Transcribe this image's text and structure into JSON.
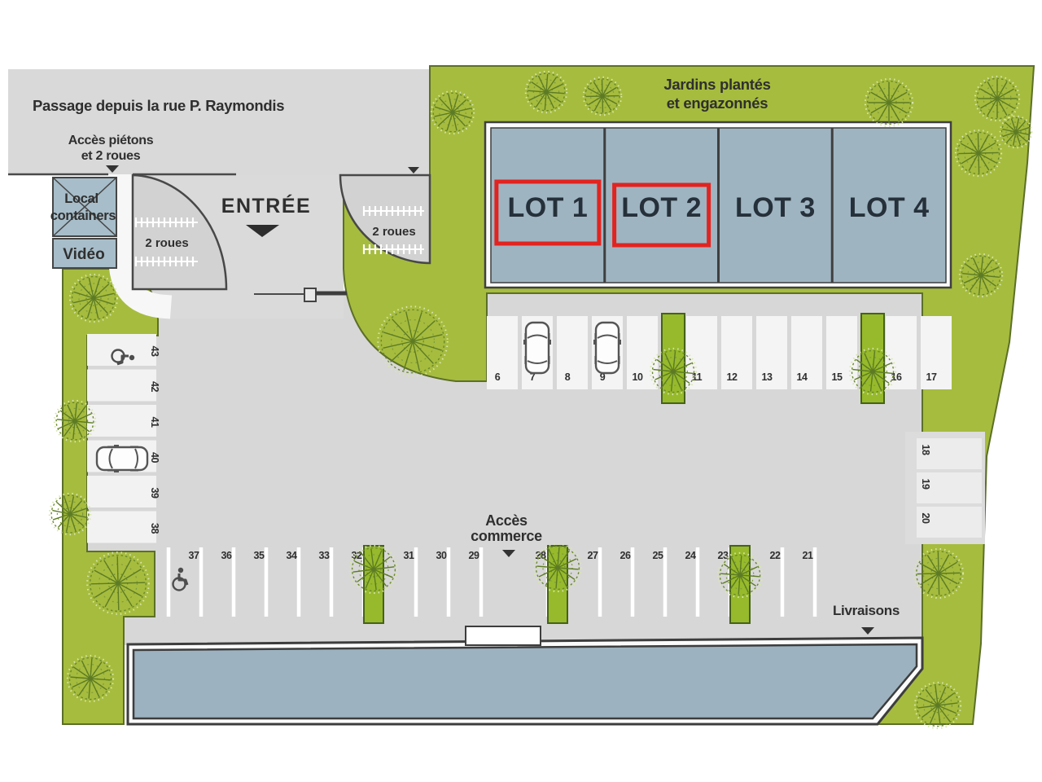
{
  "map": {
    "passage_label": "Passage depuis la rue P. Raymondis",
    "pedestrian_access_label": [
      "Accès piétons",
      "et 2 roues"
    ],
    "entrance_label": "ENTRÉE",
    "bike_area_label": "2 roues",
    "containers_label": [
      "Local",
      "containers"
    ],
    "video_label": "Vidéo",
    "gardens_label": [
      "Jardins plantés",
      "et engazonnés"
    ],
    "commerce_access_label": [
      "Accès",
      "commerce"
    ],
    "deliveries_label": "Livraisons"
  },
  "lots": [
    {
      "label": "LOT 1",
      "highlighted": true
    },
    {
      "label": "LOT 2",
      "highlighted": true
    },
    {
      "label": "LOT 3",
      "highlighted": false
    },
    {
      "label": "LOT 4",
      "highlighted": false
    }
  ],
  "parking": {
    "top_row": [
      "6",
      "7",
      "8",
      "9",
      "10",
      "11",
      "12",
      "13",
      "14",
      "15",
      "16",
      "17"
    ],
    "left_column": [
      "43",
      "42",
      "41",
      "40",
      "39",
      "38"
    ],
    "right_column": [
      "18",
      "19",
      "20"
    ],
    "bottom_row": [
      "37",
      "36",
      "35",
      "34",
      "33",
      "32",
      "31",
      "30",
      "29",
      "28",
      "27",
      "26",
      "25",
      "24",
      "23",
      "22",
      "21"
    ],
    "occupied_spaces": [
      "7",
      "9",
      "40"
    ],
    "accessible_spaces": [
      "43",
      "37"
    ]
  },
  "colors": {
    "grass_green": "#a6bc3e",
    "planted_strip_green": "#96ba2b",
    "lot_fill": "#9fb4c1",
    "building_fill": "#9cb2c0",
    "pavement_gray": "#d7d7d7",
    "space_white": "#f4f4f4",
    "highlight_red": "#e2231f",
    "outline_dark": "#454545",
    "text_dark": "#2f2f2f"
  }
}
